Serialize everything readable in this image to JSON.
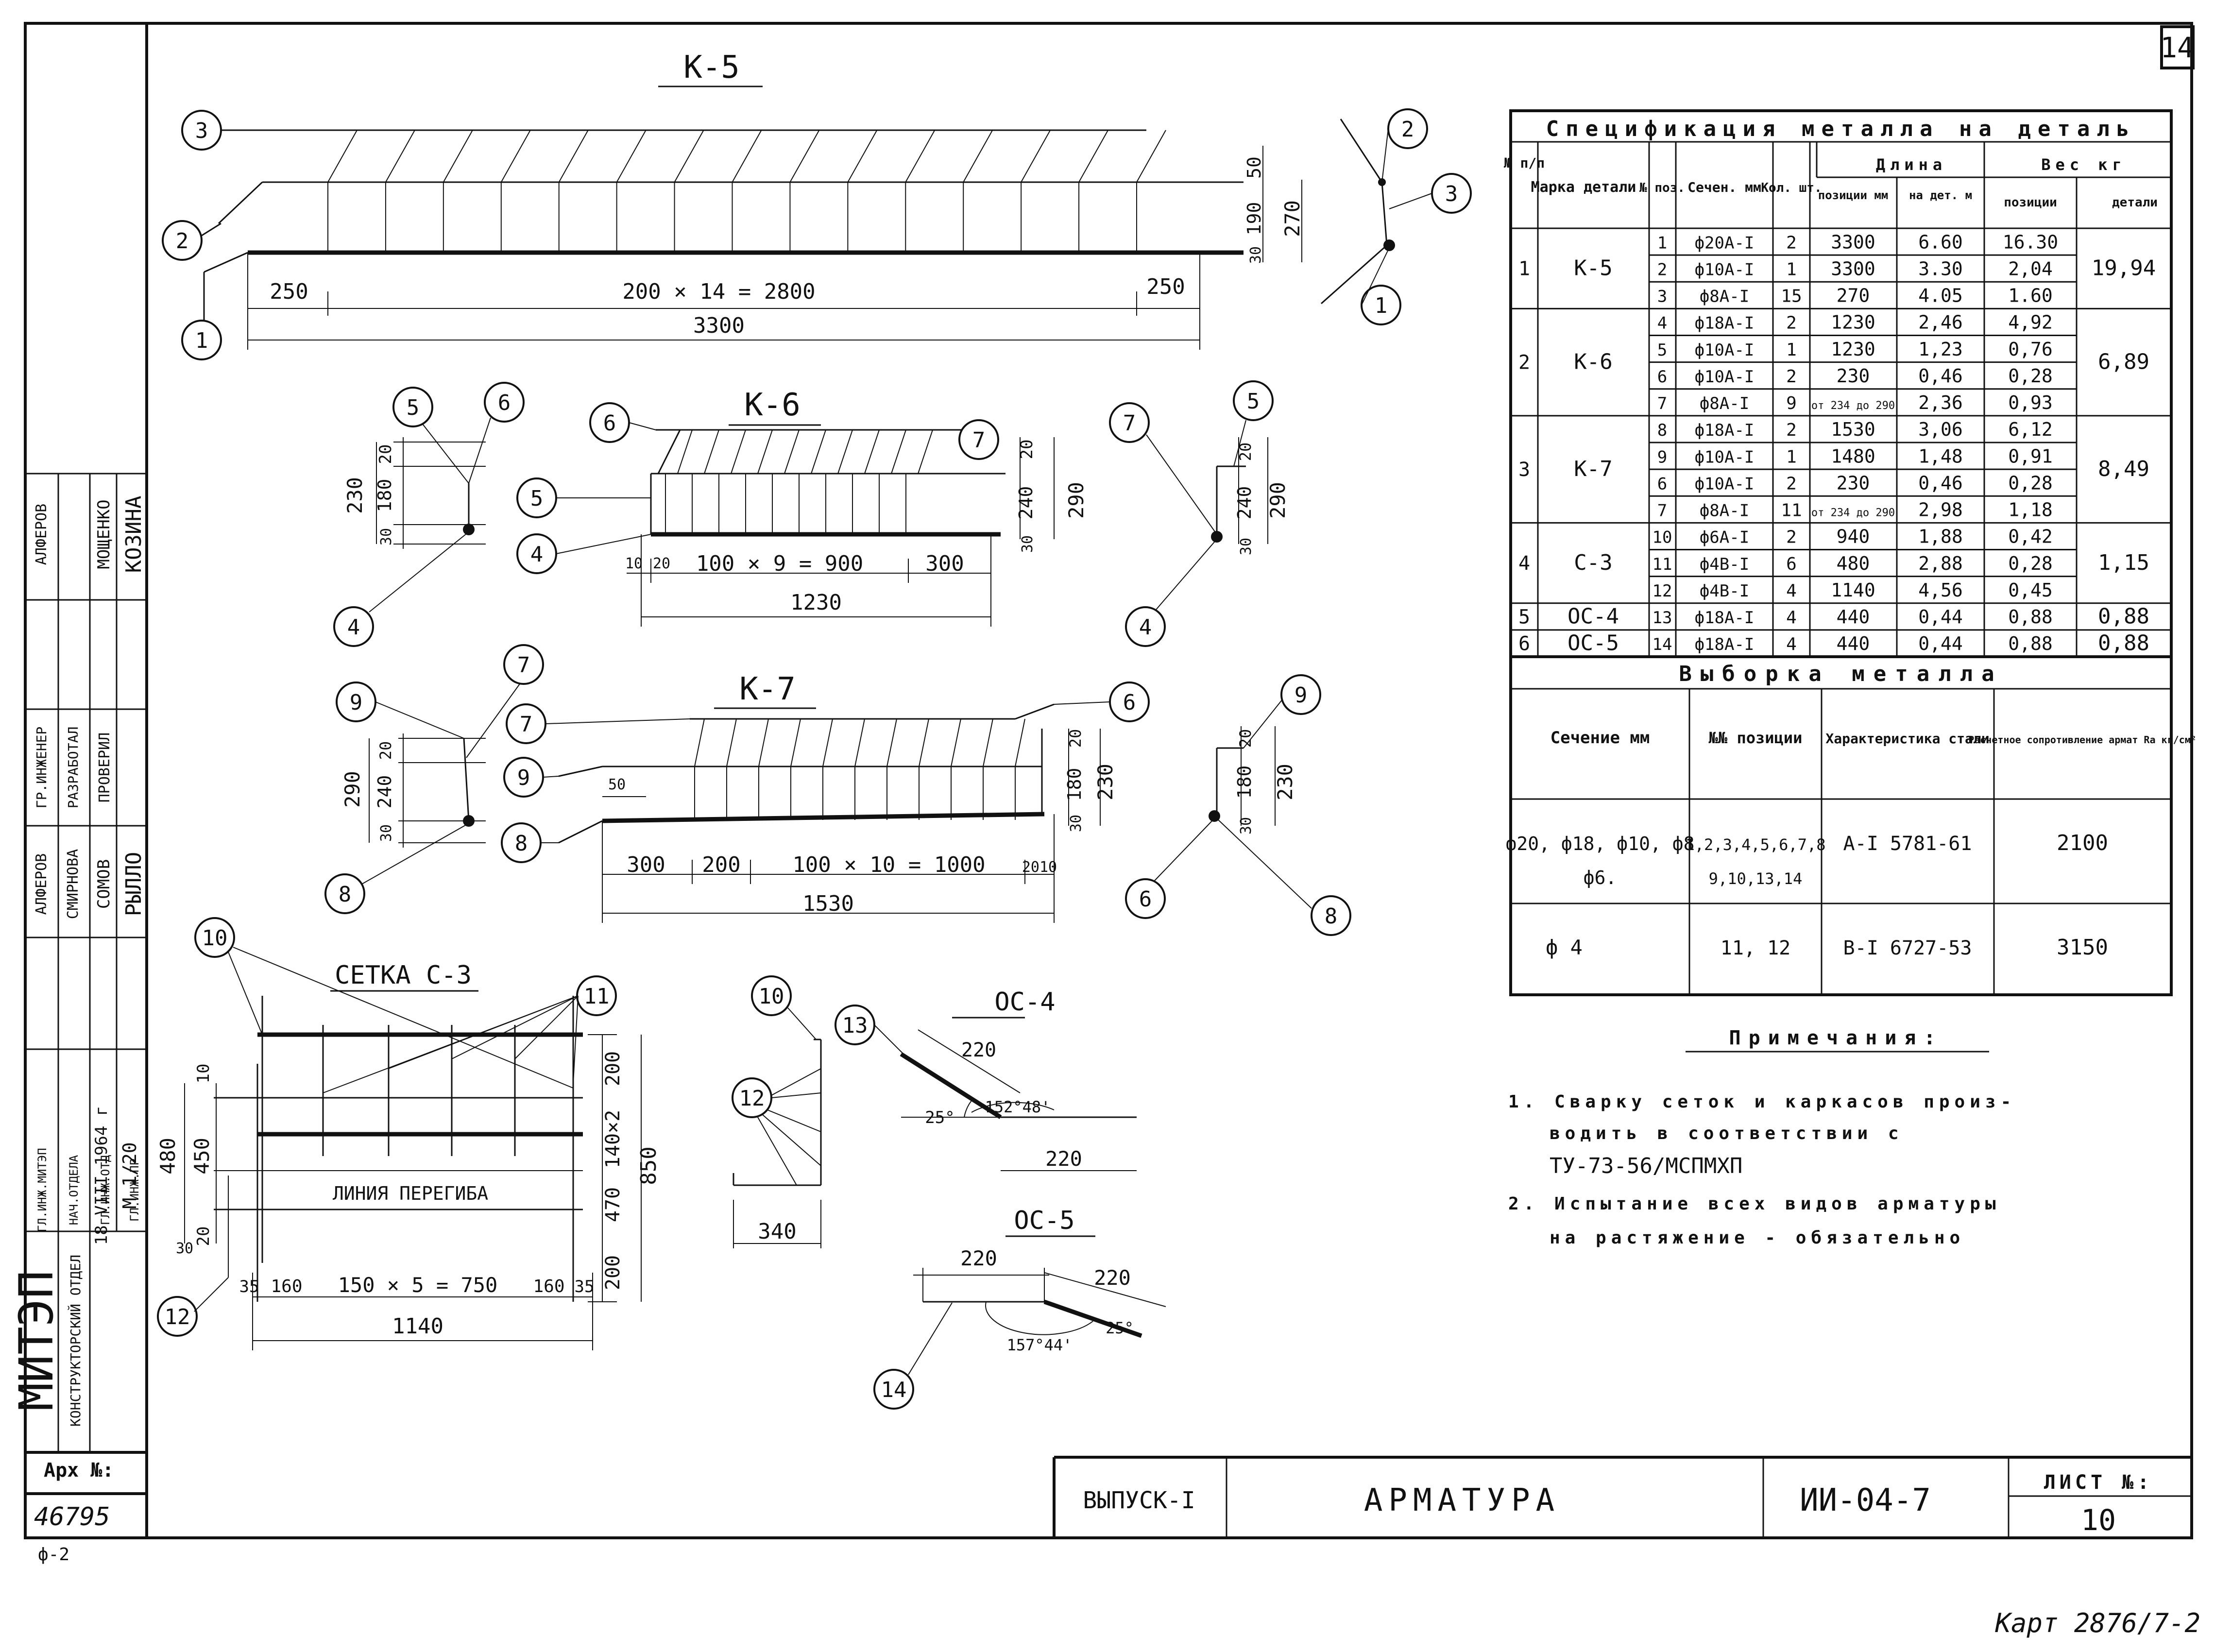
{
  "sheet_badge": "14",
  "footnote_left": "ф-2",
  "footnote_right": "Карт 2876/7-2",
  "titles": {
    "k5": "К-5",
    "k6": "К-6",
    "k7": "К-7",
    "c3": "СЕТКА С-3",
    "oc4": "ОС-4",
    "oc5": "ОС-5"
  },
  "bubbles": {
    "k5": [
      "3",
      "2",
      "1"
    ],
    "k5s": [
      "2",
      "3",
      "1"
    ],
    "k6l": [
      "5",
      "6",
      "4"
    ],
    "k6": [
      "6",
      "5",
      "4",
      "7"
    ],
    "k6r": [
      "7",
      "5",
      "4"
    ],
    "k7l": [
      "9",
      "7",
      "8"
    ],
    "k7": [
      "7",
      "9",
      "8",
      "6"
    ],
    "k7r": [
      "9",
      "6",
      "8"
    ],
    "c3": [
      "10",
      "11",
      "12"
    ],
    "oc": [
      "10",
      "12",
      "13",
      "14"
    ]
  },
  "dims": {
    "k5": {
      "d250a": "250",
      "d2800": "200 × 14 = 2800",
      "d250b": "250",
      "d3300": "3300",
      "d50": "50",
      "d190": "190",
      "d30": "30",
      "d270": "270"
    },
    "k6l": {
      "d20": "20",
      "d180": "180",
      "d30": "30",
      "d230": "230"
    },
    "k6": {
      "d10": "10",
      "d20": "20",
      "d900": "100 × 9 = 900",
      "d300": "300",
      "d1230": "1230",
      "d20b": "20",
      "d240": "240",
      "d30b": "30",
      "d290": "290"
    },
    "k6r": {
      "d20": "20",
      "d240": "240",
      "d30": "30",
      "d290": "290"
    },
    "k7l": {
      "d20": "20",
      "d240": "240",
      "d30": "30",
      "d290": "290"
    },
    "k7": {
      "d50": "50",
      "d300": "300",
      "d200": "200",
      "d1000": "100 × 10 = 1000",
      "d2010": "2010",
      "d1530": "1530",
      "d20": "20",
      "d180": "180",
      "d30": "30",
      "d230": "230"
    },
    "k7r": {
      "d20": "20",
      "d180": "180",
      "d30": "30",
      "d230": "230"
    },
    "c3": {
      "d10": "10",
      "d480": "480",
      "d450": "450",
      "d20": "20",
      "d200a": "200",
      "d140": "140×2",
      "d470": "470",
      "d200b": "200",
      "d850": "850",
      "d30": "30",
      "d35a": "35",
      "d160a": "160",
      "d750": "150 × 5 = 750",
      "d160b": "160",
      "d35b": "35",
      "d1140": "1140",
      "fold": "ЛИНИЯ ПЕРЕГИБА"
    },
    "oc4": {
      "d220a": "220",
      "ang": "152°48'",
      "a25": "25°",
      "d220b": "220",
      "d340": "340"
    },
    "oc5": {
      "d220a": "220",
      "d220b": "220",
      "a25": "25°",
      "ang": "157°44'"
    }
  },
  "spec": {
    "title": "Спецификация металла на деталь",
    "h_no": "№ п/п",
    "h_mark": "Марка детали",
    "h_pos": "№ поз.",
    "h_sec": "Сечен. мм",
    "h_qty": "Кол. шт.",
    "h_len": "Длина",
    "h_len_pos": "позиции мм",
    "h_len_det": "на дет. м",
    "h_wt": "Вес кг",
    "h_wt_pos": "позиции",
    "h_wt_det": "детали",
    "rows": [
      {
        "pos": "1",
        "sec": "ф20А-I",
        "qty": "2",
        "len": "3300",
        "lm": "6.60",
        "wp": "16.30"
      },
      {
        "pos": "2",
        "sec": "ф10А-I",
        "qty": "1",
        "len": "3300",
        "lm": "3.30",
        "wp": "2,04"
      },
      {
        "pos": "3",
        "sec": "ф8А-I",
        "qty": "15",
        "len": "270",
        "lm": "4.05",
        "wp": "1.60"
      },
      {
        "pos": "4",
        "sec": "ф18А-I",
        "qty": "2",
        "len": "1230",
        "lm": "2,46",
        "wp": "4,92"
      },
      {
        "pos": "5",
        "sec": "ф10А-I",
        "qty": "1",
        "len": "1230",
        "lm": "1,23",
        "wp": "0,76"
      },
      {
        "pos": "6",
        "sec": "ф10А-I",
        "qty": "2",
        "len": "230",
        "lm": "0,46",
        "wp": "0,28"
      },
      {
        "pos": "7",
        "sec": "ф8А-I",
        "qty": "9",
        "len": "от 234 до 290",
        "lm": "2,36",
        "wp": "0,93"
      },
      {
        "pos": "8",
        "sec": "ф18А-I",
        "qty": "2",
        "len": "1530",
        "lm": "3,06",
        "wp": "6,12"
      },
      {
        "pos": "9",
        "sec": "ф10А-I",
        "qty": "1",
        "len": "1480",
        "lm": "1,48",
        "wp": "0,91"
      },
      {
        "pos": "6",
        "sec": "ф10А-I",
        "qty": "2",
        "len": "230",
        "lm": "0,46",
        "wp": "0,28"
      },
      {
        "pos": "7",
        "sec": "ф8А-I",
        "qty": "11",
        "len": "от 234 до 290",
        "lm": "2,98",
        "wp": "1,18"
      },
      {
        "pos": "10",
        "sec": "ф6А-I",
        "qty": "2",
        "len": "940",
        "lm": "1,88",
        "wp": "0,42"
      },
      {
        "pos": "11",
        "sec": "ф4В-I",
        "qty": "6",
        "len": "480",
        "lm": "2,88",
        "wp": "0,28"
      },
      {
        "pos": "12",
        "sec": "ф4В-I",
        "qty": "4",
        "len": "1140",
        "lm": "4,56",
        "wp": "0,45"
      },
      {
        "pos": "13",
        "sec": "ф18А-I",
        "qty": "4",
        "len": "440",
        "lm": "0,44",
        "wp": "0,88"
      },
      {
        "pos": "14",
        "sec": "ф18А-I",
        "qty": "4",
        "len": "440",
        "lm": "0,44",
        "wp": "0,88"
      }
    ],
    "groups": [
      {
        "no": "1",
        "mark": "К-5",
        "wt": "19,94"
      },
      {
        "no": "2",
        "mark": "К-6",
        "wt": "6,89"
      },
      {
        "no": "3",
        "mark": "К-7",
        "wt": "8,49"
      },
      {
        "no": "4",
        "mark": "С-3",
        "wt": "1,15"
      },
      {
        "no": "5",
        "mark": "ОС-4",
        "wt": "0,88"
      },
      {
        "no": "6",
        "mark": "ОС-5",
        "wt": "0,88"
      }
    ]
  },
  "select": {
    "title": "Выборка металла",
    "h_sec": "Сечение мм",
    "h_pos": "№№ позиции",
    "h_char": "Характеристика стали",
    "h_r": "Расчетное сопротивление армат Rа кг/см²",
    "rows": [
      {
        "sec1": "ф20, ф18, ф10, ф8",
        "sec2": "ф6.",
        "pos1": "1,2,3,4,5,6,7,8",
        "pos2": "9,10,13,14",
        "char": "А-I 5781-61",
        "r": "2100"
      },
      {
        "sec1": "ф 4",
        "sec2": "",
        "pos1": "11, 12",
        "pos2": "",
        "char": "В-I 6727-53",
        "r": "3150"
      }
    ]
  },
  "notes": {
    "title": "Примечания:",
    "n1a": "1. Сварку сеток и каркасов произ-",
    "n1b": "водить в соответствии с",
    "n1c": "ТУ-73-56/МСПМХП",
    "n2a": "2. Испытание всех видов арматуры",
    "n2b": "на растяжение - обязательно"
  },
  "stamp": {
    "org": "МИТЭП",
    "dept": "КОНСТРУКТОРСКИЙ ОТДЕЛ",
    "date": "18 VIII 1964 г",
    "scale": "М 1/20",
    "arh_label": "Арх №:",
    "arh_no": "46795",
    "r1": [
      "ГЛ.ИНЖ.МИТЭП",
      "НАЧ.ОТДЕЛА",
      "ГР.ИНЖЕНЕР",
      "РАЗРАБОТАЛ"
    ],
    "r2": [
      "ГЛ.ИНЖ.ОТД",
      "ГЛ.ИНЖ.ПР",
      "ПРОВЕРИЛ"
    ],
    "n1": [
      "АЛФЕРОВ",
      "СМИРНОВА",
      "АЛФЕРОВ"
    ],
    "n2": [
      "МОЩЕНКО",
      "СОМОВ",
      "РЫЛЛО"
    ],
    "n3": [
      "КОЗИНА"
    ]
  },
  "titleblock": {
    "issue": "ВЫПУСК-I",
    "name": "АРМАТУРА",
    "code": "ИИ-04-7",
    "sheet_label": "ЛИСТ №:",
    "sheet_no": "10"
  }
}
